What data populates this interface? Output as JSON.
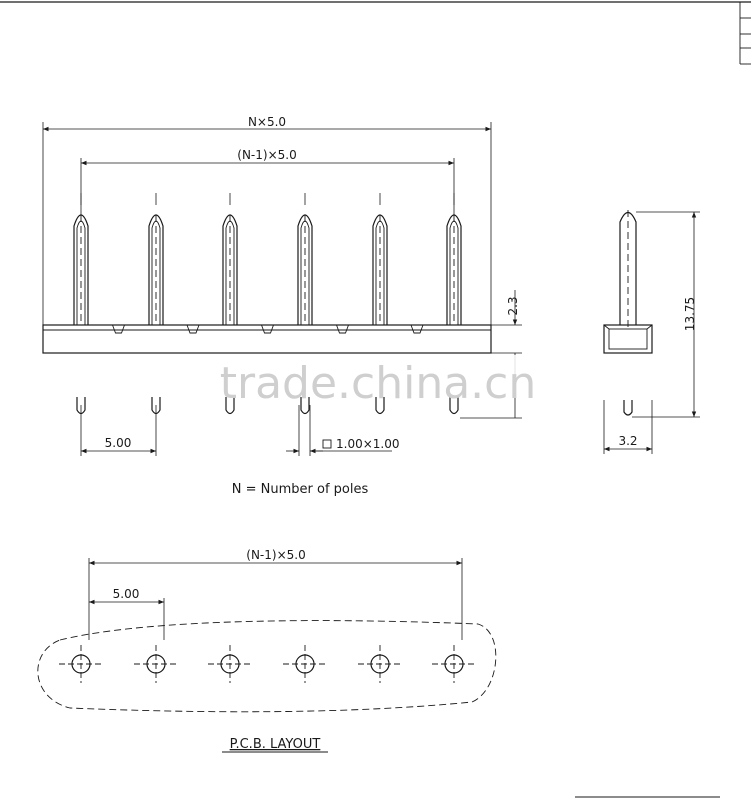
{
  "front_view": {
    "dim_total": "N×5.0",
    "dim_span": "(N-1)×5.0",
    "dim_pitch": "5.00",
    "dim_pin": "1.00×1.00",
    "dim_height_top": "2.3"
  },
  "side_view": {
    "dim_height": "13.75",
    "dim_width": "3.2"
  },
  "legend": "N = Number of poles",
  "pcb": {
    "dim_span": "(N-1)×5.0",
    "dim_pitch": "5.00",
    "title": "P.C.B. LAYOUT"
  },
  "watermark": "trade.china.cn",
  "colors": {
    "line": "#1a1a1a",
    "watermark": "#cfcfcf"
  }
}
